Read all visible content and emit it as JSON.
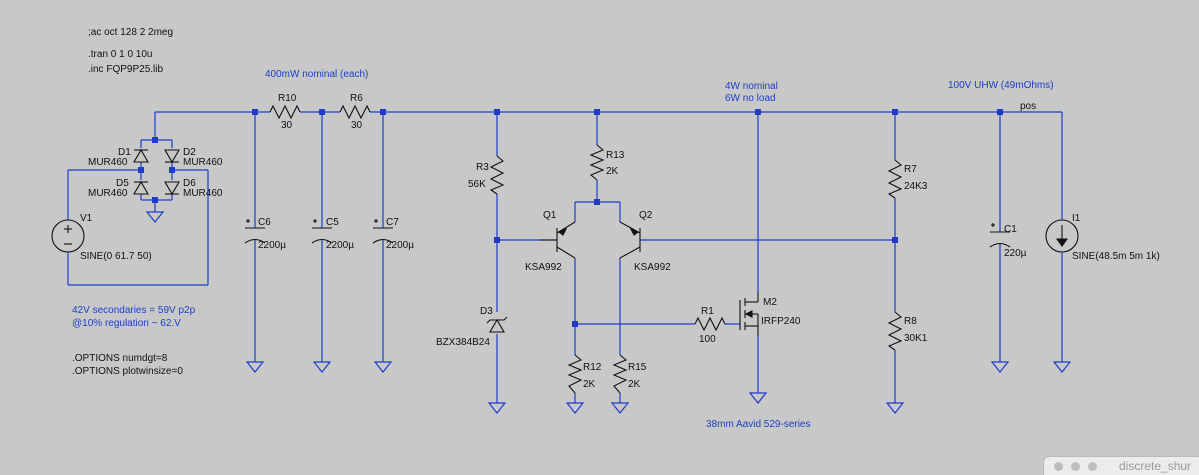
{
  "directives": {
    "ac": ";ac oct 128 2 2meg",
    "tran": ".tran 0 1 0 10u",
    "inc": ".inc FQP9P25.lib",
    "opt1": ".OPTIONS numdgt=8",
    "opt2": ".OPTIONS plotwinsize=0"
  },
  "notes": {
    "r_nominal": "400mW nominal (each)",
    "m_nominal": "4W nominal",
    "m_noload": "6W no load",
    "uhw": "100V UHW (49mOhms)",
    "net_pos": "pos",
    "sec1": "42V secondaries = 59V p2p",
    "sec2": "@10% regulation ~ 62.V",
    "heatsink": "38mm Aavid 529-series"
  },
  "components": {
    "v1": {
      "name": "V1",
      "value": "SINE(0 61.7 50)"
    },
    "d1": {
      "name": "D1",
      "value": "MUR460"
    },
    "d2": {
      "name": "D2",
      "value": "MUR460"
    },
    "d5": {
      "name": "D5",
      "value": "MUR460"
    },
    "d6": {
      "name": "D6",
      "value": "MUR460"
    },
    "r10": {
      "name": "R10",
      "value": "30"
    },
    "r6": {
      "name": "R6",
      "value": "30"
    },
    "c6": {
      "name": "C6",
      "value": "2200µ"
    },
    "c5": {
      "name": "C5",
      "value": "2200µ"
    },
    "c7": {
      "name": "C7",
      "value": "2200µ"
    },
    "r3": {
      "name": "R3",
      "value": "56K"
    },
    "r13": {
      "name": "R13",
      "value": "2K"
    },
    "q1": {
      "name": "Q1",
      "value": "KSA992"
    },
    "q2": {
      "name": "Q2",
      "value": "KSA992"
    },
    "d3": {
      "name": "D3",
      "value": "BZX384B24"
    },
    "r12": {
      "name": "R12",
      "value": "2K"
    },
    "r15": {
      "name": "R15",
      "value": "2K"
    },
    "r1": {
      "name": "R1",
      "value": "100"
    },
    "m2": {
      "name": "M2",
      "value": "IRFP240"
    },
    "r7": {
      "name": "R7",
      "value": "24K3"
    },
    "r8": {
      "name": "R8",
      "value": "30K1"
    },
    "c1": {
      "name": "C1",
      "value": "220µ"
    },
    "i1": {
      "name": "I1",
      "value": "SINE(48.5m 5m 1k)"
    }
  },
  "window": {
    "title": "discrete_shur"
  }
}
